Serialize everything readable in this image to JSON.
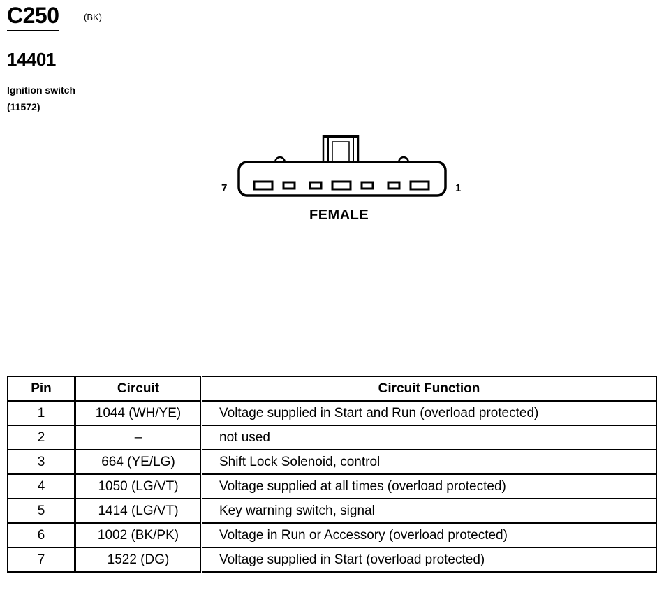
{
  "connector": {
    "id": "C250",
    "color": "(BK)",
    "part_number": "14401",
    "component_name": "Ignition switch",
    "component_code": "(11572)",
    "gender": "FEMALE",
    "pin_left_label": "7",
    "pin_right_label": "1"
  },
  "table": {
    "headers": {
      "pin": "Pin",
      "circuit": "Circuit",
      "function": "Circuit Function"
    },
    "rows": [
      {
        "pin": "1",
        "circuit": "1044 (WH/YE)",
        "function": "Voltage supplied in Start and Run (overload protected)"
      },
      {
        "pin": "2",
        "circuit": "–",
        "function": "not used"
      },
      {
        "pin": "3",
        "circuit": "664 (YE/LG)",
        "function": "Shift Lock Solenoid, control"
      },
      {
        "pin": "4",
        "circuit": "1050 (LG/VT)",
        "function": "Voltage supplied at all times (overload protected)"
      },
      {
        "pin": "5",
        "circuit": "1414 (LG/VT)",
        "function": "Key warning switch, signal"
      },
      {
        "pin": "6",
        "circuit": "1002 (BK/PK)",
        "function": "Voltage in Run or Accessory (overload protected)"
      },
      {
        "pin": "7",
        "circuit": "1522 (DG)",
        "function": "Voltage supplied in Start (overload protected)"
      }
    ]
  }
}
